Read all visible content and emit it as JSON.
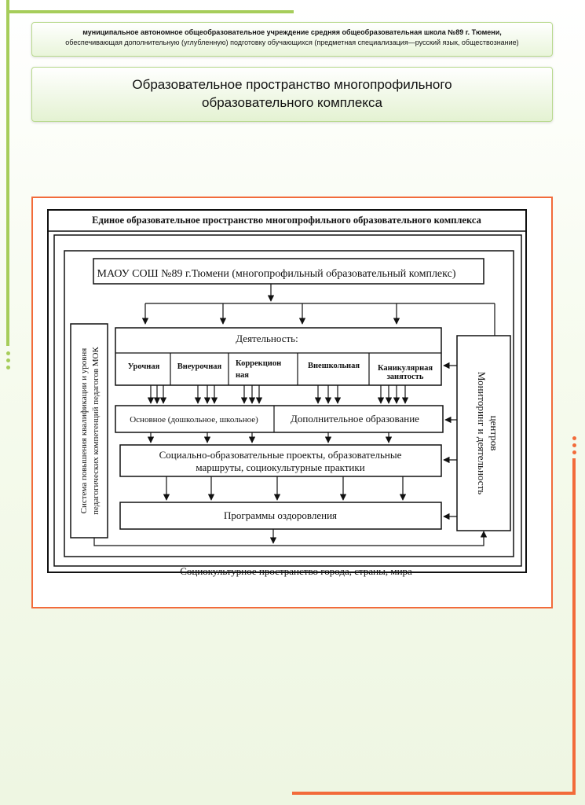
{
  "header": {
    "line1": "муниципальное автономное общеобразовательное учреждение средняя общеобразовательная школа №89 г. Тюмени,",
    "line2": "обеспечивающая дополнительную (углубленную) подготовку обучающихся (предметная специализация—русский язык, обществознание)"
  },
  "title": {
    "line1": "Образовательное пространство многопрофильного",
    "line2": "образовательного комплекса"
  },
  "diagram": {
    "outer_title": "Единое образовательное пространство многопрофильного образовательного комплекса",
    "school": "МАОУ СОШ №89 г.Тюмени (многопрофильный образовательный комплекс)",
    "activity": {
      "title": "Деятельность:",
      "items": [
        "Урочная",
        "Внеурочная",
        "Коррекцион",
        "ная",
        "Внешкольная",
        "Каникулярная",
        "занятость"
      ]
    },
    "basic_education": "Основное (дошкольное, школьное)",
    "additional_education": "Дополнительное образование",
    "projects": {
      "line1": "Социально-образовательные проекты, образовательные",
      "line2": "маршруты, социокультурные практики"
    },
    "health": "Программы оздоровления",
    "qualification": {
      "line1": "Система повышения квалификации и уровня",
      "line2": "педагогических компетенций педагогов МОК"
    },
    "monitoring": {
      "line1": "Мониторинг и деятельность",
      "line2": "центров"
    },
    "sociocultural": "Социокультурное пространство города, страны, мира"
  },
  "colors": {
    "accent_green": "#a6cd5a",
    "accent_orange": "#f26b3a"
  }
}
